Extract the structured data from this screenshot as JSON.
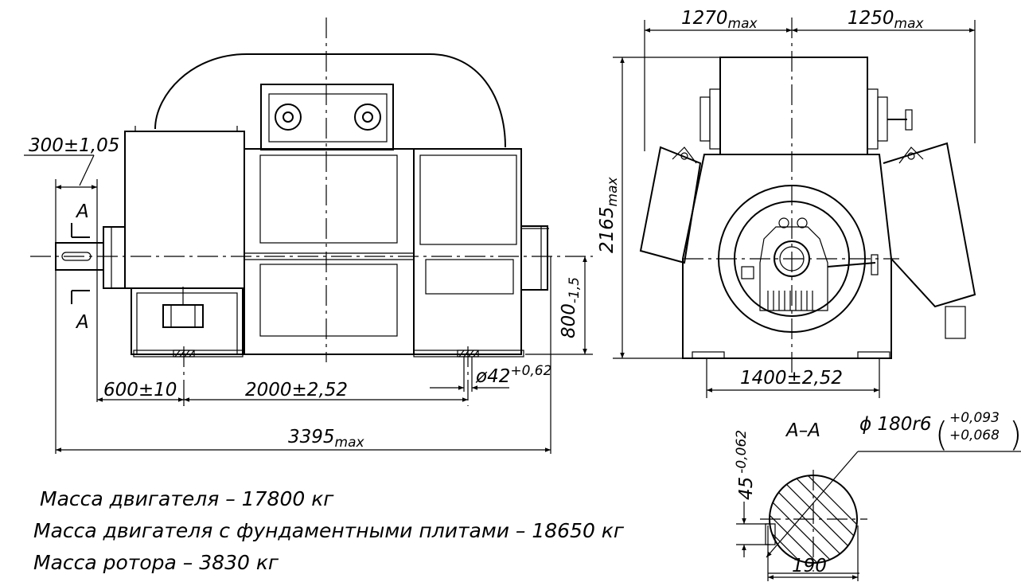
{
  "dimensions": {
    "shaft_offset": "300±1,05",
    "section_label_top": "A",
    "section_label_bottom": "A",
    "foot_offset": "600±10",
    "foot_spacing": "2000±2,52",
    "total_length_value": "3395",
    "total_length_sub": "max",
    "bolt_hole": "ø42",
    "bolt_hole_tol": "+0,62",
    "axis_height": "800",
    "axis_height_tol": "-1,5",
    "height_value": "2165",
    "height_sub": "max",
    "width_left_value": "1270",
    "width_left_sub": "max",
    "width_right_value": "1250",
    "width_right_sub": "max",
    "base_width": "1400±2,52",
    "section_name": "A–A",
    "shaft_diameter": "ϕ 180r6",
    "shaft_tol_upper": "+0,093",
    "shaft_tol_lower": "+0,068",
    "key_depth": "45",
    "key_depth_tol": "-0,062",
    "shaft_len": "190"
  },
  "notes": {
    "motor_mass": "Масса двигателя – 17800 кг",
    "motor_mass_with_plates": "Масса двигателя с фундаментными плитами – 18650 кг",
    "rotor_mass": "Масса ротора – 3830 кг"
  }
}
